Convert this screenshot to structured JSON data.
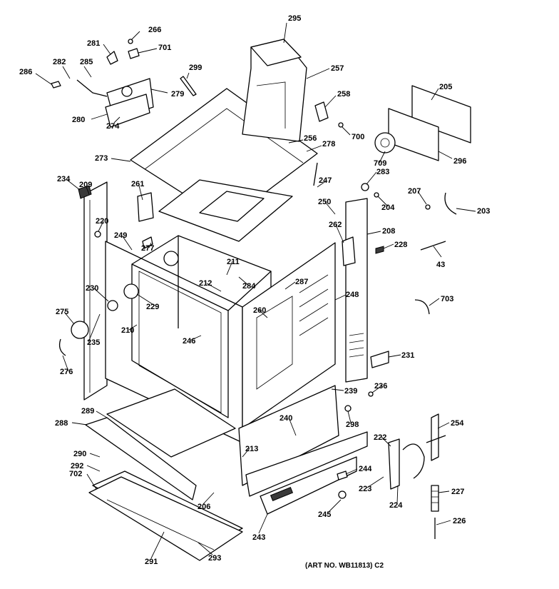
{
  "callouts": [
    "295",
    "266",
    "281",
    "701",
    "282",
    "285",
    "286",
    "299",
    "279",
    "280",
    "274",
    "257",
    "258",
    "205",
    "700",
    "273",
    "278",
    "256",
    "709",
    "296",
    "234",
    "209",
    "261",
    "247",
    "283",
    "207",
    "250",
    "204",
    "203",
    "220",
    "262",
    "208",
    "228",
    "249",
    "277",
    "211",
    "43",
    "284",
    "287",
    "703",
    "230",
    "212",
    "229",
    "260",
    "248",
    "275",
    "210",
    "246",
    "231",
    "235",
    "276",
    "236",
    "239",
    "289",
    "298",
    "288",
    "240",
    "254",
    "222",
    "290",
    "213",
    "292",
    "244",
    "702",
    "223",
    "227",
    "206",
    "224",
    "245",
    "243",
    "226",
    "291",
    "293"
  ],
  "art_number": "(ART NO. WB11813) C2"
}
